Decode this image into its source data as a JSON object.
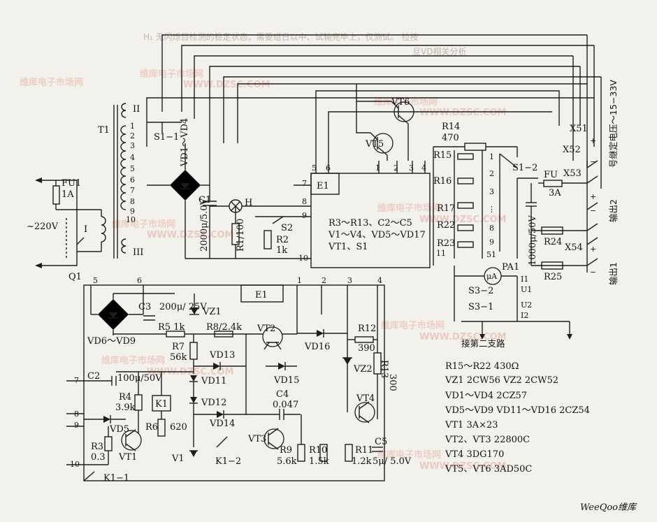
{
  "watermark": {
    "brand": "维库电子市场网",
    "url": "WWW.DZSC.COM",
    "footer": "WeeQoo维库"
  },
  "transformer": {
    "name": "T1",
    "secondary_top": "II",
    "secondary_bottom": "III",
    "primary": "I",
    "taps": [
      "1",
      "2",
      "3",
      "4",
      "5",
      "6",
      "7",
      "8",
      "9",
      "10"
    ]
  },
  "input": {
    "fuse": "FU1",
    "fuse_rating": "1A",
    "voltage": "~220V",
    "switch": "Q1"
  },
  "top_section": {
    "switch_s1_1": "S1−1",
    "rectifier": "VD1～VD4",
    "cap_c1": "C1",
    "cap_c1_value": "2000μ/5.0V",
    "lamp": "H",
    "res_r1": "R1/100",
    "switch_s2": "S2",
    "res_r2": "R2",
    "res_r2_value": "1k",
    "block_e1": "E1",
    "e1_pins": [
      "5",
      "6",
      "7",
      "8",
      "9",
      "10"
    ],
    "e1_contents": [
      "R3～R13、C2～C5",
      "V1～V4、VD5～VD17",
      "VT1、S1"
    ],
    "vt5": "VT5",
    "vt6": "VT6",
    "pins_123": [
      "1",
      "2",
      "3",
      "4"
    ],
    "r14": "R14",
    "r14_value": "470",
    "r15": "R15",
    "r16": "R16",
    "r17": "R17",
    "r22": "R22",
    "r23": "R23",
    "r23_value": "51",
    "s1_2": "S1−2",
    "selector_taps": [
      "1",
      "2",
      "3",
      "8",
      "9",
      "11"
    ],
    "fuse_fu": "FU",
    "fuse_fu_value": "3A",
    "cap_out": "1000μ/50V",
    "r24": "R24",
    "r25": "R25",
    "x51": "X51",
    "x52": "X52",
    "x53": "X53",
    "x54": "X54",
    "label_relay_voltage": "号继定电压～15−33V",
    "label_out2": "输出2",
    "label_out1": "输出1",
    "meter": "PA1",
    "meter_symbol": "μA",
    "s3_2": "S3−2",
    "s3_1": "S3−1",
    "meter_labels": [
      "I1",
      "U1",
      "U2",
      "I2"
    ],
    "branch_note": "接第二支路"
  },
  "bottom_section": {
    "block_e1": "E1",
    "top_pins": [
      "1",
      "2",
      "3",
      "4"
    ],
    "left_pins": [
      "5",
      "6",
      "7",
      "8",
      "9",
      "10"
    ],
    "rectifier": "VD6～VD9",
    "c3": "C3",
    "c3_value": "200μ/ 25V",
    "vz1": "VZ1",
    "r5": "R5 1k",
    "r8": "R8/2.4k",
    "r7": "R7",
    "r7_value": "56k",
    "vd13": "VD13",
    "vd11": "VD11",
    "vd12": "VD12",
    "vd14": "VD14",
    "c2": "C2",
    "c2_value": "100μ/50V",
    "r4": "R4",
    "r4_value": "3.9k",
    "k1": "K1",
    "vd5": "VD5",
    "r6": "R6",
    "r6_value": "620",
    "r3": "R3",
    "r3_value": "0.3",
    "vt1": "VT1",
    "v1": "V1",
    "k1_2": "K1−2",
    "k1_1": "K1−1",
    "vt2": "VT2",
    "vd15": "VD15",
    "vd16": "VD16",
    "c4": "C4",
    "c4_value": "0.047",
    "vt3": "VT3",
    "r9": "R9",
    "r9_value": "5.6k",
    "r10": "R10",
    "r10_value": "1.5k",
    "r11": "R11",
    "r11_value": "1.2k",
    "r12": "R12",
    "r12_value": "390",
    "r13": "R13",
    "r13_value": "300",
    "vz2": "VZ2",
    "vt4": "VT4",
    "c5": "C5",
    "c5_value": "5μ/ 5.0V"
  },
  "parts_list": [
    "R15～R22  430Ω",
    "VZ1  2CW56  VZ2  2CW52",
    "VD1～VD4  2CZ57",
    "VD5～VD9  VD11～VD16  2CZ54",
    "VT1  3A×23",
    "VT2、VT3  22800C",
    "VT4  3DG170",
    "VT5、VT6  3AD50C"
  ]
}
